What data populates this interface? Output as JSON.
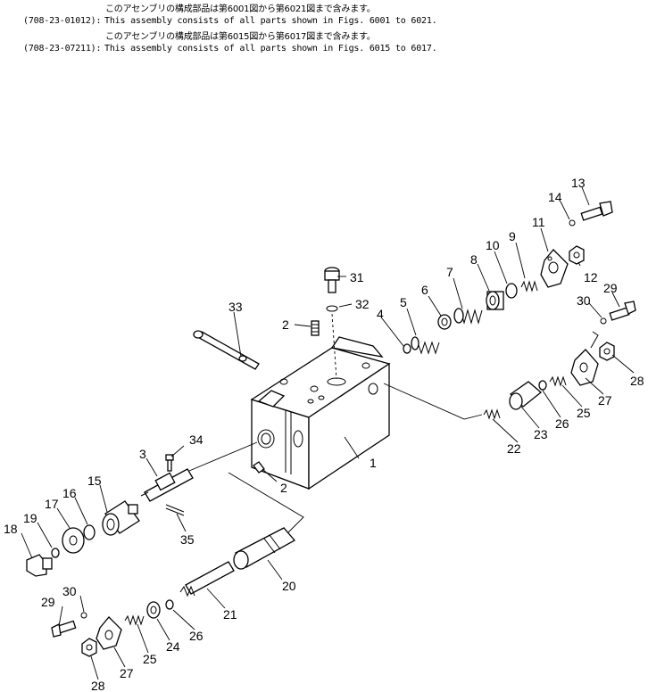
{
  "header": {
    "line1_jp": "このアセンブリの構成部品は第6001図から第6021図まで含みます。",
    "line1_code": "(708-23-01012):",
    "line1_en": "This assembly consists of all parts shown in Figs. 6001 to 6021.",
    "line2_jp": "このアセンブリの構成部品は第6015図から第6017図まで含みます。",
    "line2_code": "(708-23-07211):",
    "line2_en": "This assembly consists of all parts shown in Figs. 6015 to 6017."
  },
  "callouts": {
    "c1": "1",
    "c2a": "2",
    "c2b": "2",
    "c3": "3",
    "c4": "4",
    "c5": "5",
    "c6": "6",
    "c7": "7",
    "c8": "8",
    "c9": "9",
    "c10": "10",
    "c11": "11",
    "c12": "12",
    "c13": "13",
    "c14": "14",
    "c15": "15",
    "c16": "16",
    "c17": "17",
    "c18": "18",
    "c19": "19",
    "c20": "20",
    "c21": "21",
    "c22": "22",
    "c23": "23",
    "c24": "24",
    "c25a": "25",
    "c25b": "25",
    "c26a": "26",
    "c26b": "26",
    "c27a": "27",
    "c27b": "27",
    "c28a": "28",
    "c28b": "28",
    "c29a": "29",
    "c29b": "29",
    "c30a": "30",
    "c30b": "30",
    "c31": "31",
    "c32": "32",
    "c33": "33",
    "c34": "34",
    "c35": "35"
  }
}
